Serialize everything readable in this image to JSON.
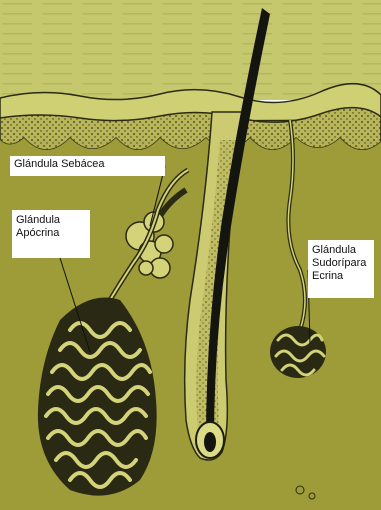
{
  "labels": {
    "sebacea": "Glándula Sebácea",
    "apocrina": [
      "Glándula",
      "Apócrina"
    ],
    "ecrina": [
      "Glándula",
      "Sudorípara",
      "Ecrina"
    ]
  },
  "colors": {
    "skin_olive": "#a3a23c",
    "epidermis_light": "#c9c56a",
    "dermis": "#9c9b37",
    "outline": "#1e1e10",
    "background_page": "#cfd07a",
    "hair": "#151510",
    "label_bg": "#ffffff"
  }
}
